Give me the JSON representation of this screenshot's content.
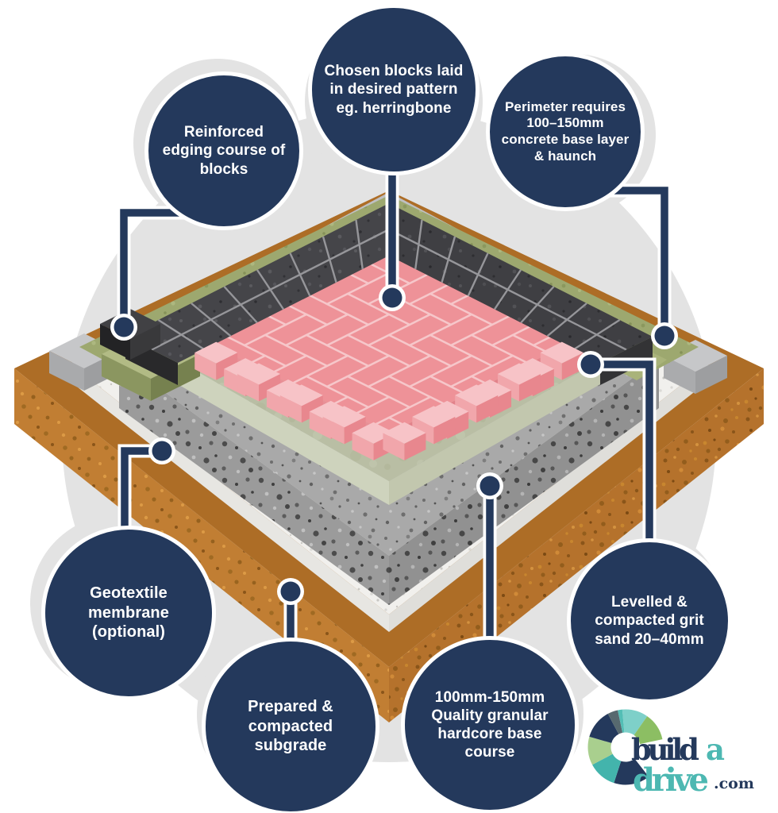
{
  "callouts": {
    "edging": {
      "label": "Reinforced edging course of blocks"
    },
    "blocks": {
      "label": "Chosen blocks laid in desired pattern eg. herringbone"
    },
    "perimeter": {
      "label": "Perimeter requires 100–150mm concrete base layer & haunch"
    },
    "geotextile": {
      "label": "Geotextile membrane (optional)"
    },
    "subgrade": {
      "label": "Prepared & compacted subgrade"
    },
    "hardcore": {
      "label": "100mm-150mm Quality granular hardcore base course"
    },
    "gritsand": {
      "label": "Levelled & compacted grit sand 20–40mm"
    }
  },
  "logo": {
    "build": "build",
    "a": "a",
    "drive": "drive",
    "tld": ".com"
  },
  "colors": {
    "navy": "#24395c",
    "teal": "#4db8b2",
    "green": "#8cbe63",
    "light_green": "#a9cf8e",
    "light_teal": "#7ed0c9",
    "background_circle": "#e3e3e3",
    "paving_pink": "#ee9298",
    "paving_grout": "#f6c7ca",
    "edging_charcoal": "#454549",
    "grit_sand_sage": "#b9bea4",
    "hardcore_gray": "#a9a9a9",
    "membrane_white": "#f1f0ed",
    "subgrade_brown": "#b5722c",
    "haunch_olive": "#9da86f",
    "concrete_gray": "#bfc0c2"
  }
}
